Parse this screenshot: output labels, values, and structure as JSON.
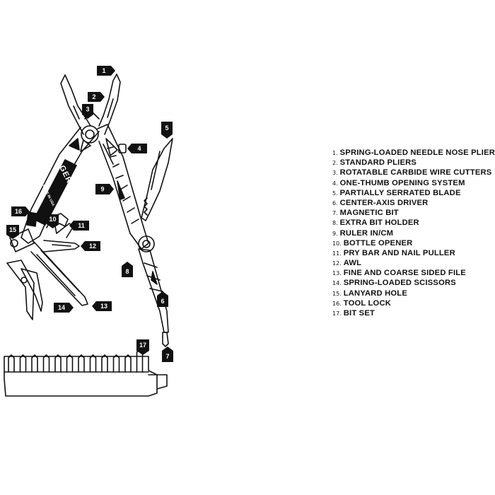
{
  "brand": "GERBER",
  "stamp": "MADE IN USA",
  "legend": [
    {
      "number": "1.",
      "label": "SPRING-LOADED NEEDLE NOSE PLIERS"
    },
    {
      "number": "2.",
      "label": "STANDARD PLIERS"
    },
    {
      "number": "3.",
      "label": "ROTATABLE CARBIDE WIRE CUTTERS"
    },
    {
      "number": "4.",
      "label": "ONE-THUMB OPENING SYSTEM"
    },
    {
      "number": "5.",
      "label": "PARTIALLY SERRATED BLADE"
    },
    {
      "number": "6.",
      "label": "CENTER-AXIS DRIVER"
    },
    {
      "number": "7.",
      "label": "MAGNETIC BIT"
    },
    {
      "number": "8.",
      "label": "EXTRA BIT HOLDER"
    },
    {
      "number": "9.",
      "label": "RULER IN/CM"
    },
    {
      "number": "10.",
      "label": "BOTTLE OPENER"
    },
    {
      "number": "11.",
      "label": "PRY BAR AND NAIL PULLER"
    },
    {
      "number": "12.",
      "label": "AWL"
    },
    {
      "number": "13.",
      "label": "FINE AND COARSE SIDED FILE"
    },
    {
      "number": "14.",
      "label": "SPRING-LOADED SCISSORS"
    },
    {
      "number": "15.",
      "label": "LANYARD HOLE"
    },
    {
      "number": "16.",
      "label": "TOOL LOCK"
    },
    {
      "number": "17.",
      "label": "BIT SET"
    }
  ],
  "callouts": [
    "1",
    "2",
    "3",
    "4",
    "5",
    "6",
    "7",
    "8",
    "9",
    "10",
    "11",
    "12",
    "13",
    "14",
    "15",
    "16",
    "17"
  ],
  "colors": {
    "ink": "#111111",
    "background": "#ffffff",
    "tag": "#111111"
  }
}
